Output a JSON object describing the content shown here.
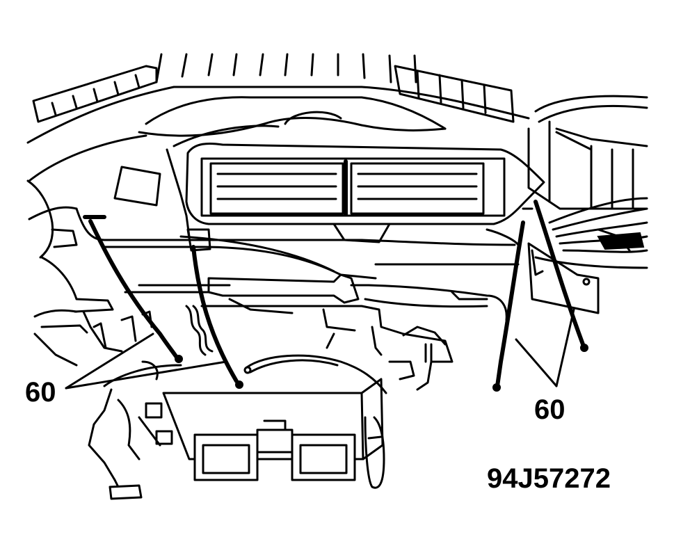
{
  "diagram": {
    "figure_id": "94J57272",
    "callouts": [
      {
        "id": "left",
        "text": "60"
      },
      {
        "id": "right",
        "text": "60"
      }
    ],
    "colors": {
      "line": "#000000",
      "background": "#ffffff"
    }
  }
}
